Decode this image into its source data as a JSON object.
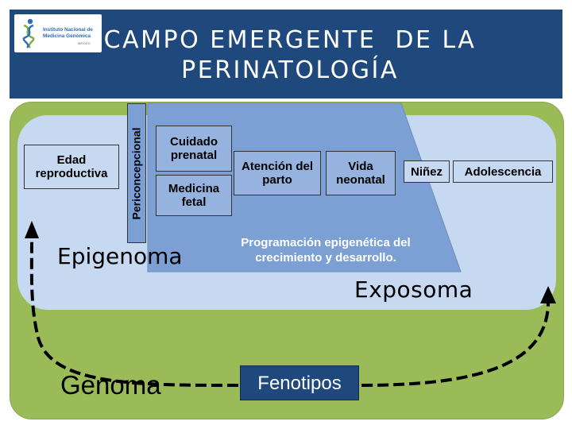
{
  "header": {
    "title_line1": "CAMPO EMERGENTE  DE LA",
    "title_line2": "PERINATOLOGÍA",
    "logo": {
      "line1": "Instituto Nacional de",
      "line2": "Medicina Genómica",
      "line3": "MÉXICO"
    }
  },
  "diagram": {
    "edad_reproductiva": "Edad reproductiva",
    "periconcepcional": "Periconcepcional",
    "cuidado_prenatal": "Cuidado prenatal",
    "medicina_fetal": "Medicina fetal",
    "atencion_parto": "Atención del parto",
    "vida_neonatal": "Vida neonatal",
    "ninez": "Niñez",
    "adolescencia": "Adolescencia",
    "epigenoma": "Epigenoma",
    "programacion": "Programación epigenética del crecimiento y desarrollo.",
    "exposoma": "Exposoma",
    "genoma": "Genoma",
    "fenotipos": "Fenotipos"
  },
  "colors": {
    "header_bg": "#1f497d",
    "green_bg": "#9bbb59",
    "light_blue_bg": "#c6d9f1",
    "trapezoid": "#7da0d4",
    "box_blue": "#95b3de",
    "fenotipos_bg": "#1f497d"
  }
}
